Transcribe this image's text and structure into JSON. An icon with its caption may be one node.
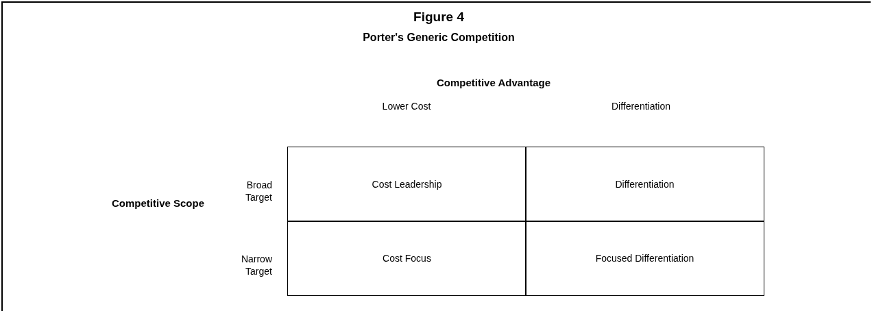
{
  "diagram": {
    "title": "Figure 4",
    "nodes": [
      {
        "text": [
          "Cost Leadership"
        ]
      },
      {
        "text": [
          "Differentiation"
        ]
      },
      {
        "text": [
          "Cost Focus"
        ]
      },
      {
        "text": [
          "Focused Differentiation"
        ]
      }
    ],
    "labels": [
      "Porter's Generic Competition",
      "Competitive Advantage",
      "Lower Cost",
      "Differentiation",
      "Broad Target",
      "Competitive Scope",
      "Narrow Target"
    ]
  }
}
